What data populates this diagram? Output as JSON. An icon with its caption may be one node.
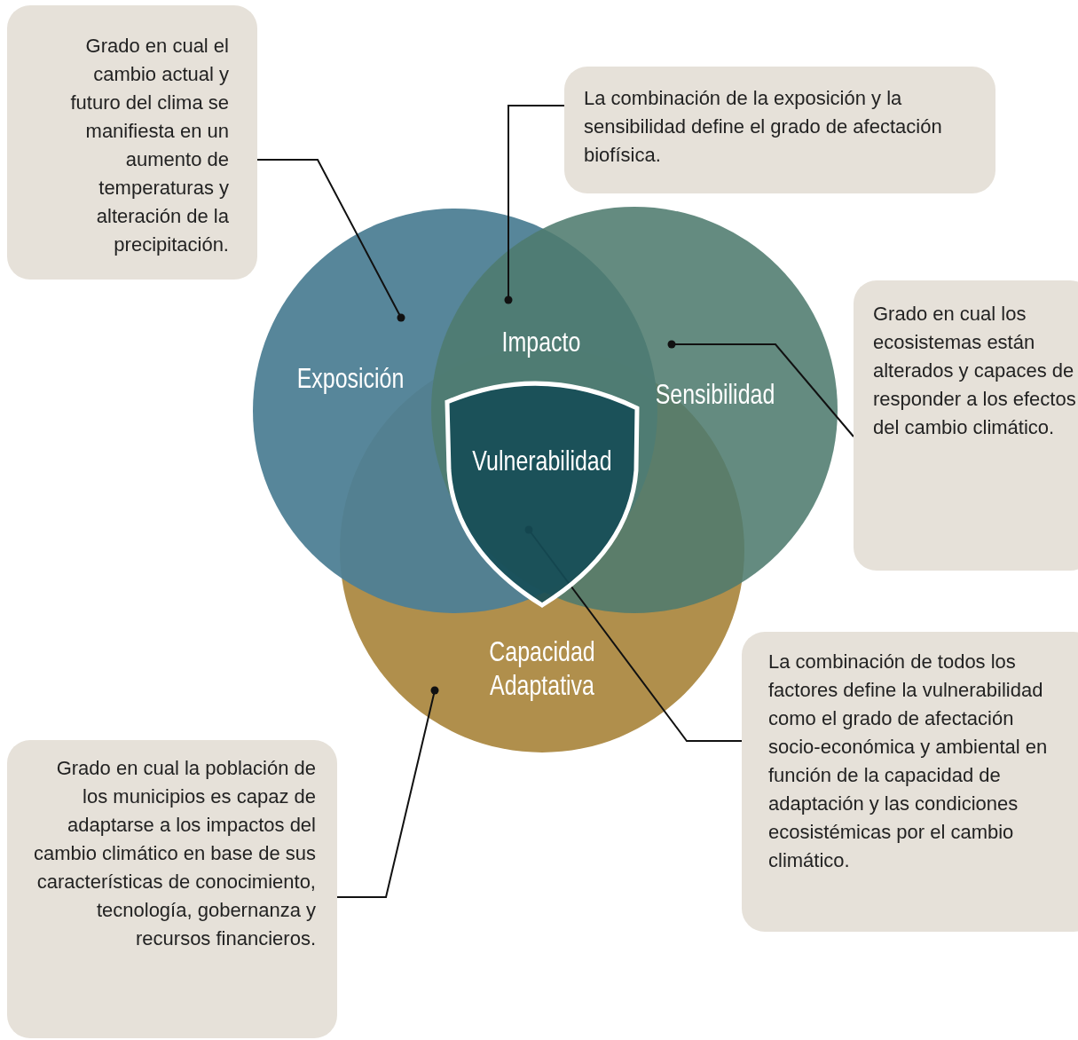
{
  "diagram": {
    "nodes": [
      {
        "text": [
          "Grado en cual el cambio actual y futuro del clima se manifiesta en un aumento de temperaturas y alteración de la precipitación."
        ]
      },
      {
        "text": [
          "La combinación de la exposición y la sensibilidad define el grado de afectación biofísica."
        ]
      },
      {
        "text": [
          "Exposición"
        ]
      },
      {
        "text": [
          "Impacto"
        ]
      },
      {
        "text": [
          "Sensibilidad"
        ]
      },
      {
        "text": [
          "Grado en cual los ecosistemas están alterados y capaces de responder a los efectos del cambio climático."
        ]
      },
      {
        "text": [
          "Vulnerabilidad"
        ]
      },
      {
        "text": [
          "Capacidad Adaptativa"
        ]
      },
      {
        "text": [
          "La combinación de todos los factores define la vulnerabilidad como el grado de afectación socio-económica y ambiental en función de la capacidad de adaptación y las condiciones ecosistémicas por el cambio climático."
        ]
      },
      {
        "text": [
          "Grado en cual la población de los municipios es capaz de adaptarse a los impactos del cambio climático en base de sus características de conocimiento, tecnología, gobernanza y recursos financieros."
        ]
      }
    ],
    "edges": [
      {
        "from": 0,
        "to": 2,
        "arrow": "other"
      },
      {
        "from": 1,
        "to": 3,
        "arrow": "other"
      },
      {
        "from": 5,
        "to": 4,
        "arrow": "other"
      },
      {
        "from": 8,
        "to": 6,
        "arrow": "other"
      },
      {
        "from": 9,
        "to": 7,
        "arrow": "other"
      }
    ]
  }
}
